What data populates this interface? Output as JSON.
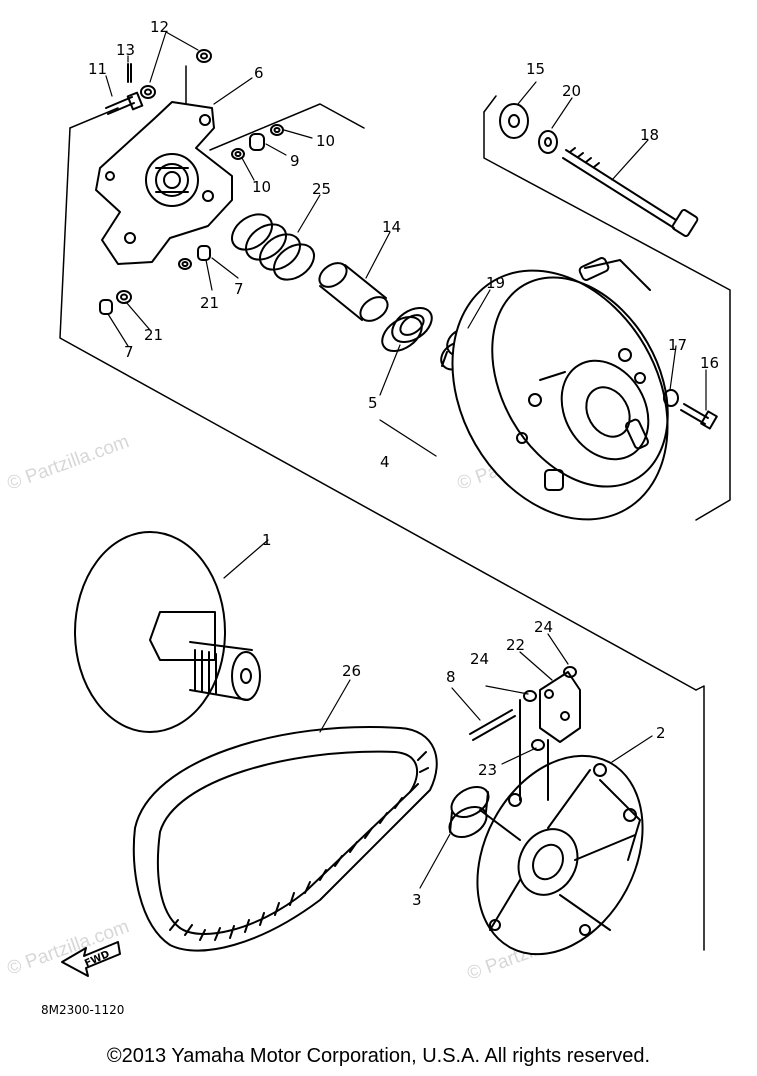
{
  "watermark": "© Partzilla.com",
  "callouts": {
    "c1": "1",
    "c2": "2",
    "c3": "3",
    "c4": "4",
    "c5": "5",
    "c6": "6",
    "c7a": "7",
    "c7b": "7",
    "c8": "8",
    "c9": "9",
    "c10a": "10",
    "c10b": "10",
    "c11": "11",
    "c12": "12",
    "c13": "13",
    "c14": "14",
    "c15": "15",
    "c16": "16",
    "c17": "17",
    "c18": "18",
    "c19": "19",
    "c20": "20",
    "c21a": "21",
    "c21b": "21",
    "c22": "22",
    "c23": "23",
    "c24a": "24",
    "c24b": "24",
    "c25": "25",
    "c26": "26"
  },
  "fwd_label": "FWD",
  "drawing_code": "8M2300-1120",
  "copyright": "©2013  Yamaha Motor Corporation, U.S.A. All rights reserved."
}
